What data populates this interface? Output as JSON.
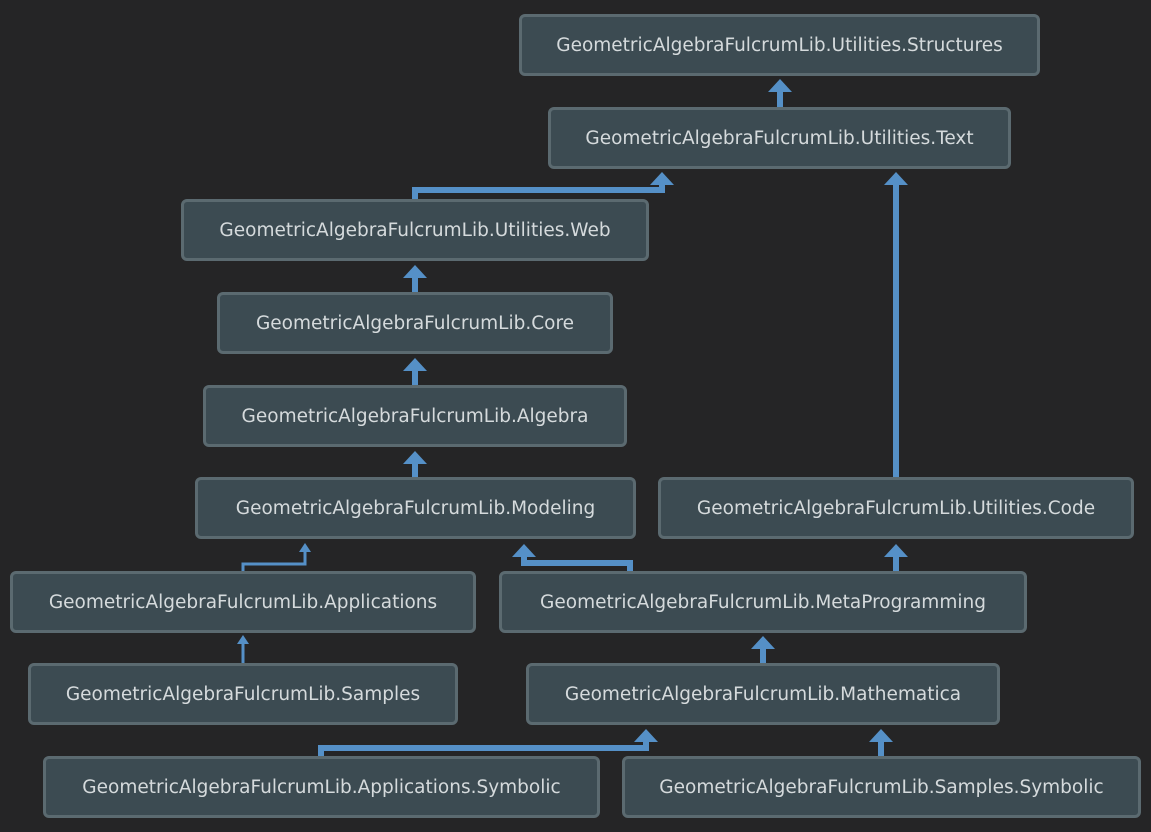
{
  "diagram": {
    "edge_color": "#5590c7",
    "node_fill": "#3c4b52",
    "node_border": "#5b6a70",
    "label_color": "#d5dadc",
    "background": "#252526",
    "nodes": {
      "utilities_structures": "GeometricAlgebraFulcrumLib.Utilities.Structures",
      "utilities_text": "GeometricAlgebraFulcrumLib.Utilities.Text",
      "utilities_web": "GeometricAlgebraFulcrumLib.Utilities.Web",
      "core": "GeometricAlgebraFulcrumLib.Core",
      "algebra": "GeometricAlgebraFulcrumLib.Algebra",
      "modeling": "GeometricAlgebraFulcrumLib.Modeling",
      "utilities_code": "GeometricAlgebraFulcrumLib.Utilities.Code",
      "applications": "GeometricAlgebraFulcrumLib.Applications",
      "meta_programming": "GeometricAlgebraFulcrumLib.MetaProgramming",
      "samples": "GeometricAlgebraFulcrumLib.Samples",
      "mathematica": "GeometricAlgebraFulcrumLib.Mathematica",
      "applications_symbolic": "GeometricAlgebraFulcrumLib.Applications.Symbolic",
      "samples_symbolic": "GeometricAlgebraFulcrumLib.Samples.Symbolic"
    },
    "edges": [
      {
        "from": "utilities_text",
        "to": "utilities_structures"
      },
      {
        "from": "utilities_web",
        "to": "utilities_text"
      },
      {
        "from": "utilities_code",
        "to": "utilities_text"
      },
      {
        "from": "core",
        "to": "utilities_web"
      },
      {
        "from": "algebra",
        "to": "core"
      },
      {
        "from": "modeling",
        "to": "algebra"
      },
      {
        "from": "applications",
        "to": "modeling"
      },
      {
        "from": "meta_programming",
        "to": "modeling"
      },
      {
        "from": "meta_programming",
        "to": "utilities_code"
      },
      {
        "from": "samples",
        "to": "applications"
      },
      {
        "from": "mathematica",
        "to": "meta_programming"
      },
      {
        "from": "applications_symbolic",
        "to": "mathematica"
      },
      {
        "from": "samples_symbolic",
        "to": "mathematica"
      }
    ]
  }
}
